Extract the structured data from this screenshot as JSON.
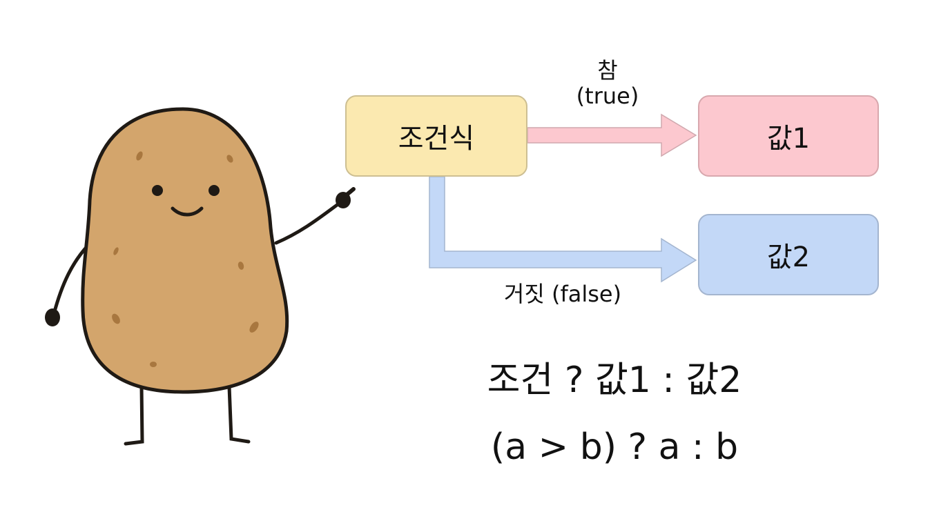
{
  "diagram": {
    "condition_box": {
      "label": "조건식",
      "color": "#fbe9b0"
    },
    "value1_box": {
      "label": "값1",
      "color": "#fcc8cf"
    },
    "value2_box": {
      "label": "값2",
      "color": "#c3d8f7"
    },
    "true_label": {
      "korean": "참",
      "english": "(true)"
    },
    "false_label": "거짓 (false)"
  },
  "formula": {
    "general": "조건 ? 값1 : 값2",
    "example": "(a > b) ? a : b"
  },
  "character": {
    "name": "potato-mascot",
    "color": "#d3a56c"
  }
}
